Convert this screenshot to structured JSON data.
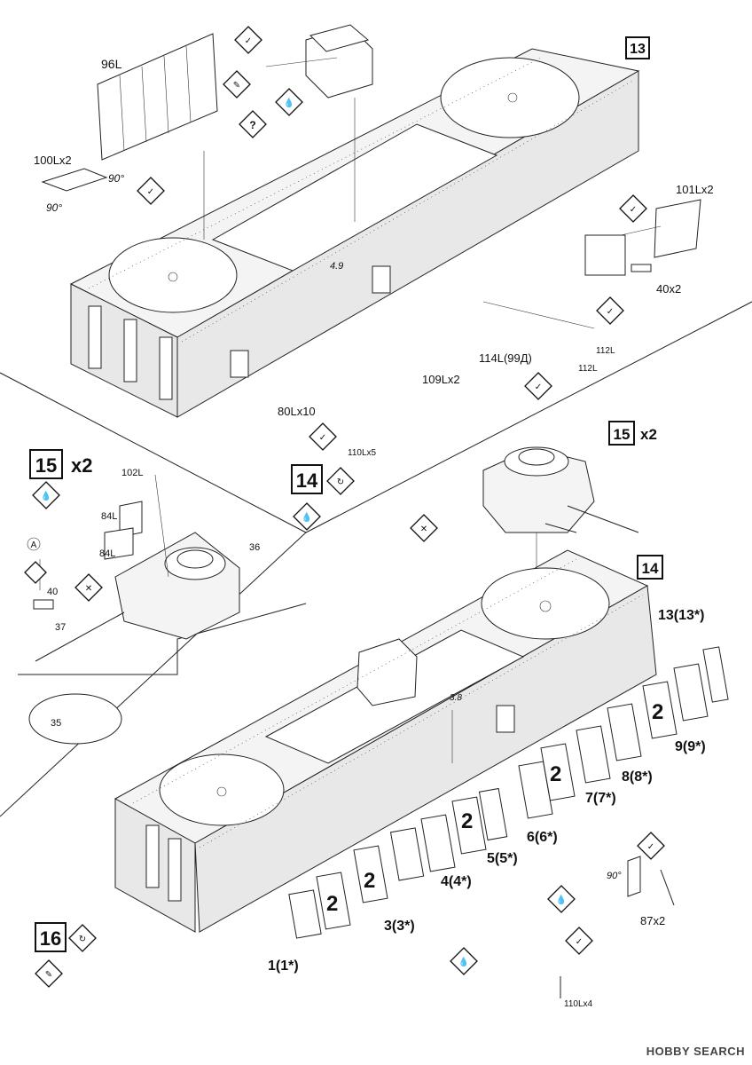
{
  "steps": {
    "s13": "13",
    "s14_small": "14",
    "s14_big": "14",
    "s15_left": "15",
    "s15_left_qty": "x2",
    "s15_right": "15",
    "s15_right_qty": "x2",
    "s16": "16"
  },
  "part_labels": {
    "p96L": "96L",
    "p100L": "100Lx2",
    "p101L": "101Lx2",
    "p40x2": "40x2",
    "p4_9": "4.9",
    "p112L_a": "112L",
    "p112L_b": "112L",
    "p114L": "114L(99Д)",
    "p109L": "109Lx2",
    "p80L": "80Lx10",
    "p110Lx5": "110Lx5",
    "p102L": "102L",
    "p84L_a": "84L",
    "p84L_b": "84L",
    "p36": "36",
    "pA": "A",
    "p40": "40",
    "p37": "37",
    "p35": "35",
    "p3_8": "3.8",
    "p87x2": "87x2",
    "p110Lx4": "110Lx4",
    "angle_a": "90°",
    "angle_b": "90°",
    "angle_c": "90°"
  },
  "side_panels": {
    "p13": "13(13*)",
    "p9": "9(9*)",
    "p8": "8(8*)",
    "p7": "7(7*)",
    "p6": "6(6*)",
    "p5": "5(5*)",
    "p4": "4(4*)",
    "p3": "3(3*)",
    "p1": "1(1*)",
    "two_a": "2",
    "two_b": "2",
    "two_c": "2",
    "two_d": "2",
    "two_e": "2"
  },
  "symbols": {
    "fold": "fold-symbol",
    "glue": "glue-drop-symbol",
    "question": "?",
    "paint": "paint-symbol",
    "rotate": "rotate-symbol"
  },
  "watermark": "HOBBY SEARCH",
  "colors": {
    "line": "#222222",
    "fill": "#f4f4f4",
    "background": "#ffffff"
  }
}
